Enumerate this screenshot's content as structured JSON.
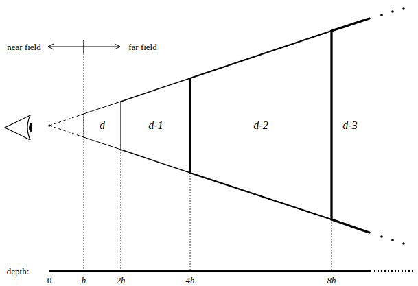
{
  "diagram": {
    "labels": [
      "near field",
      "far field",
      "d",
      "d-1",
      "d-2",
      "d-3",
      "depth:",
      "0",
      "h",
      "2h",
      "4h",
      "8h"
    ]
  }
}
